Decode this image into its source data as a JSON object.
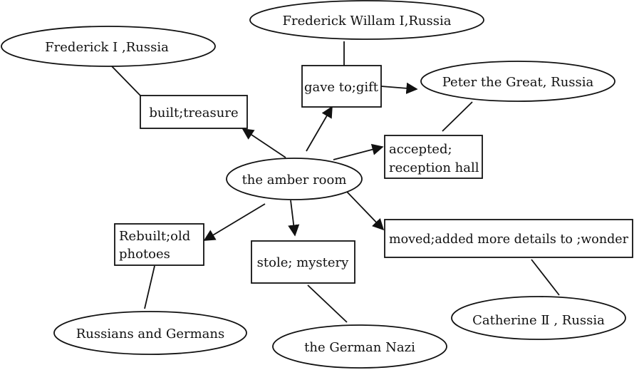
{
  "center": {
    "label": "the amber room"
  },
  "people": {
    "frederick_i": "Frederick I ,Russia",
    "frederick_william_i": "Frederick Willam I,Russia",
    "peter_the_great": "Peter the Great, Russia",
    "russians_germans": "Russians and Germans",
    "german_nazi": "the German Nazi",
    "catherine_ii": "Catherine Ⅱ , Russia"
  },
  "events": {
    "built": "built;treasure",
    "gave": "gave to;gift",
    "accepted_line1": "accepted;",
    "accepted_line2": "reception hall",
    "rebuilt_line1": "Rebuilt;old",
    "rebuilt_line2": "photoes",
    "stole": "stole; mystery",
    "moved": "moved;added more details to ;wonder"
  }
}
